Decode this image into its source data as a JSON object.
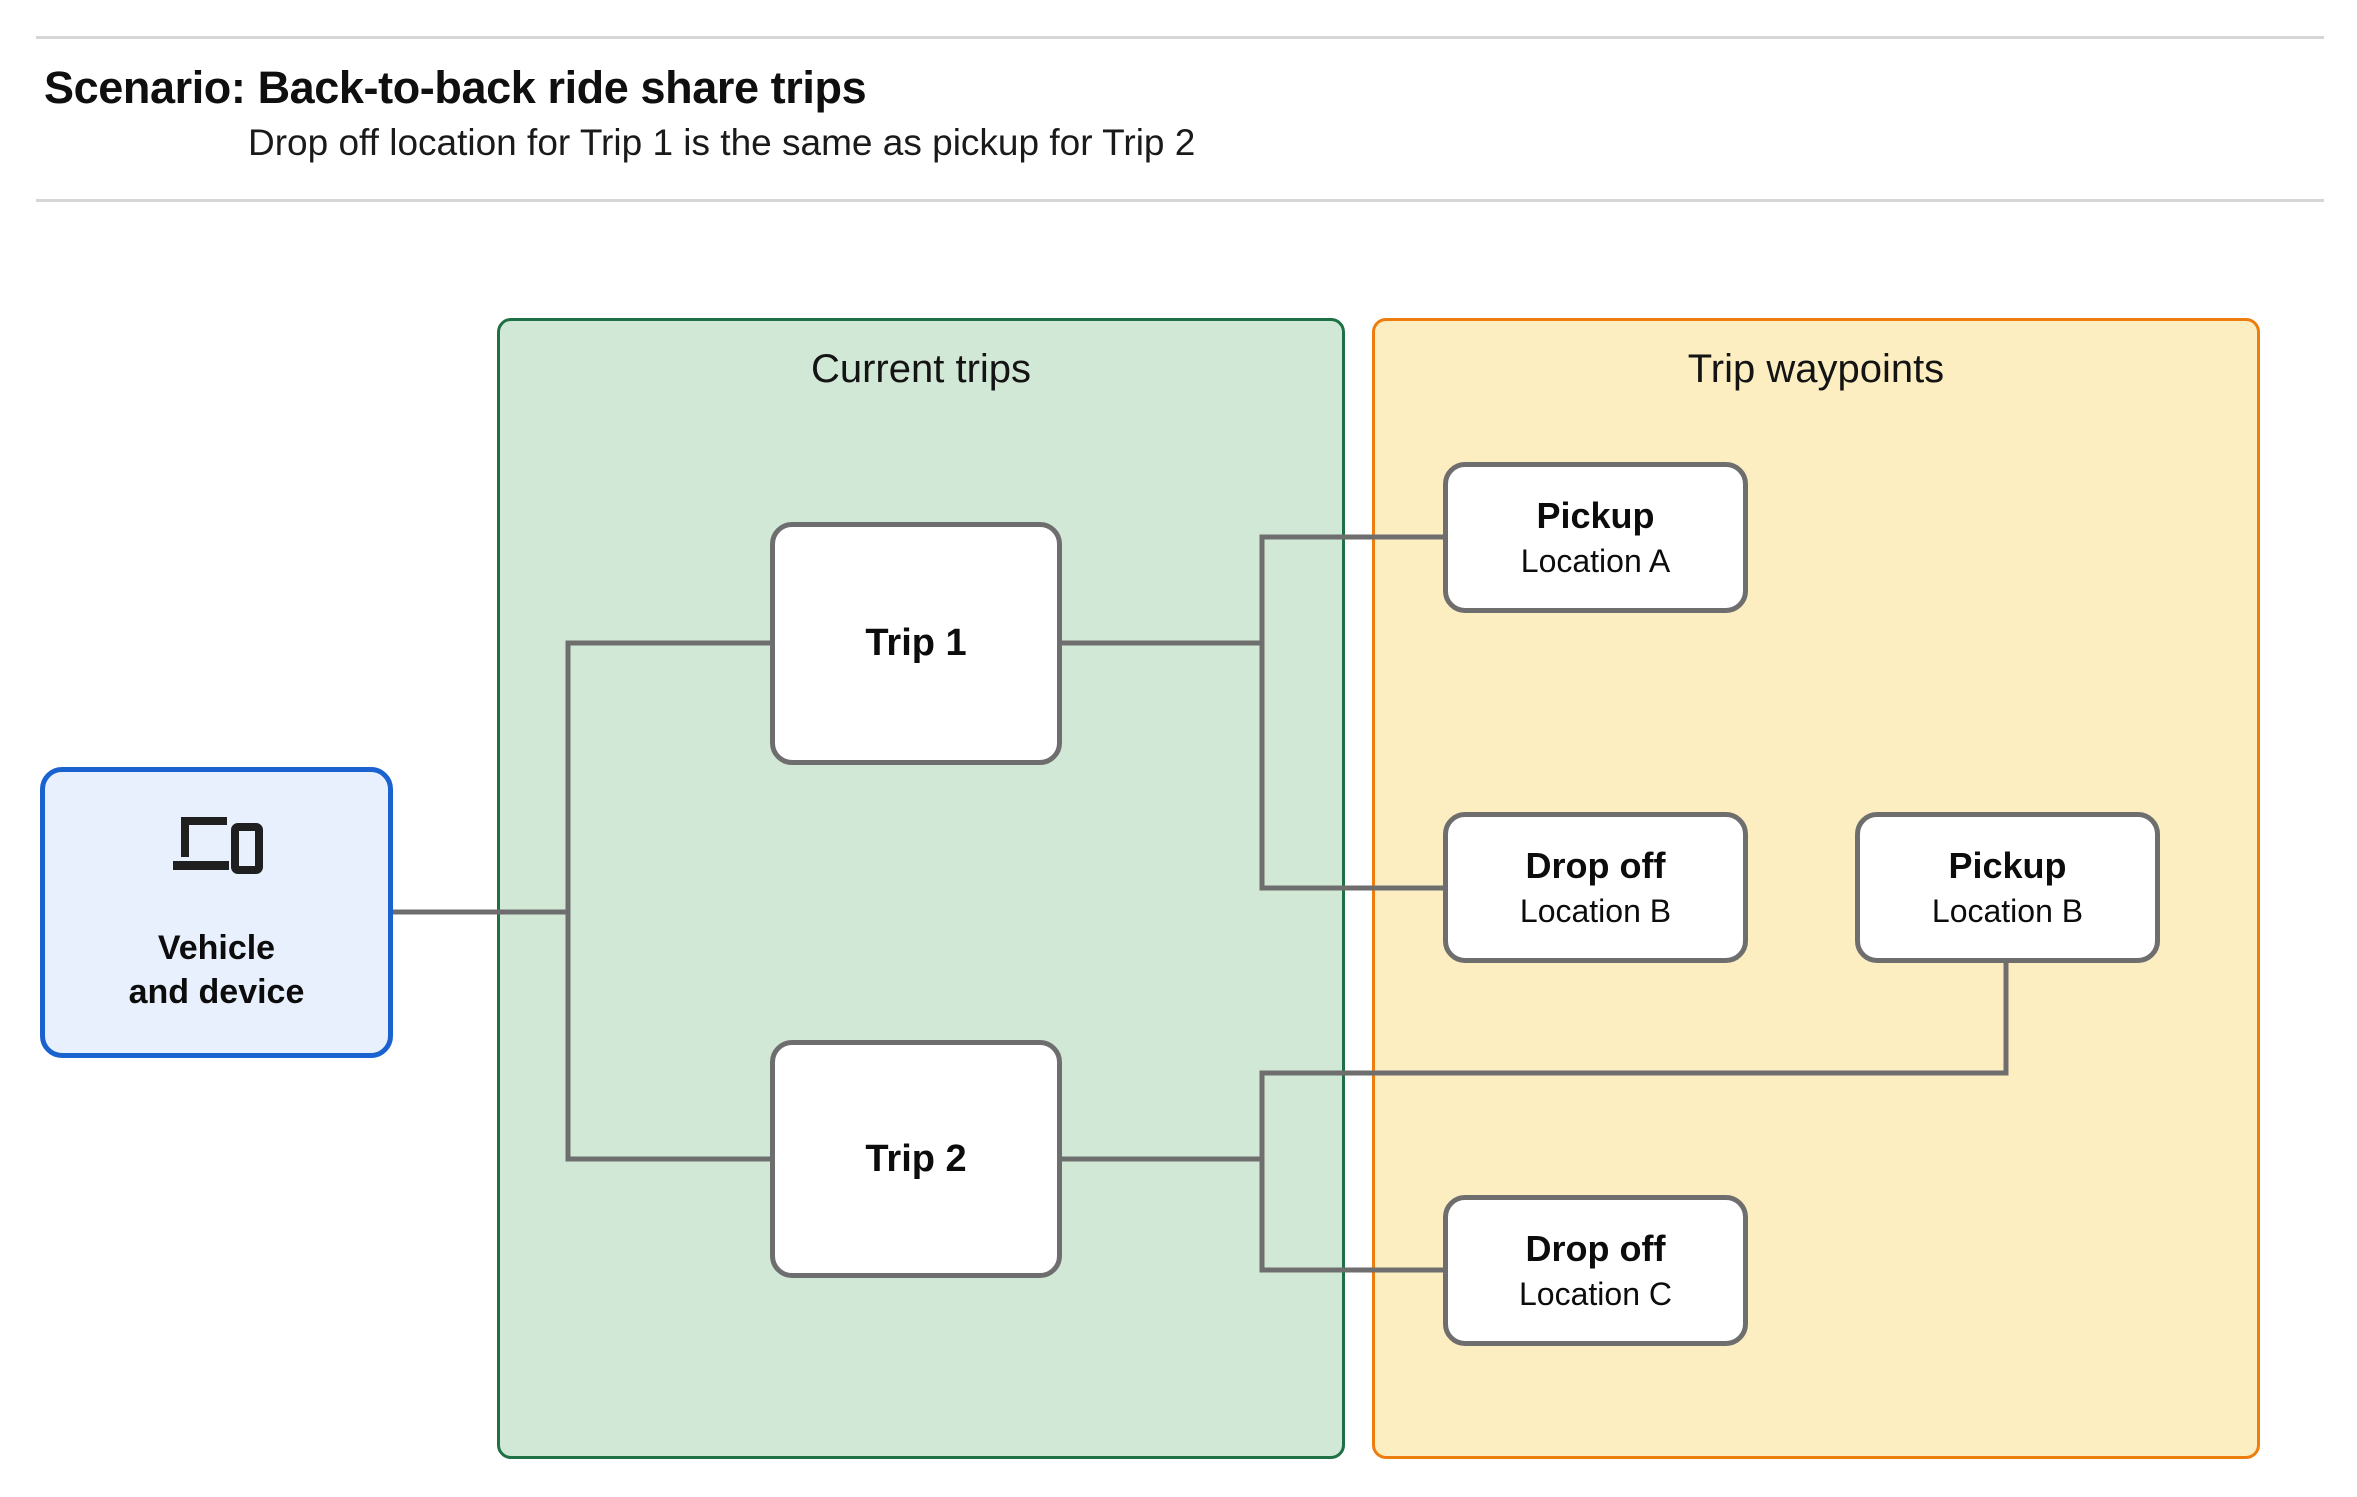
{
  "header": {
    "title": "Scenario: Back-to-back ride share trips",
    "subtitle": "Drop off  location for Trip 1 is the same as pickup for Trip 2"
  },
  "colors": {
    "current_trips_fill": "#d2e8d6",
    "current_trips_border": "#1e7145",
    "trip_waypoints_fill": "#fceec1",
    "trip_waypoints_border": "#ed7d0e",
    "vehicle_fill": "#e8f0fe",
    "vehicle_border": "#1a62d0",
    "node_border": "#6e6e6e",
    "connector": "#6e6e6e",
    "rule": "#d6d6d6"
  },
  "vehicle": {
    "icon": "devices-icon",
    "label_line_1": "Vehicle",
    "label_line_2": "and device"
  },
  "groups": {
    "current_trips": {
      "title": "Current trips",
      "trips": [
        {
          "id": "trip-1",
          "label": "Trip 1"
        },
        {
          "id": "trip-2",
          "label": "Trip 2"
        }
      ]
    },
    "trip_waypoints": {
      "title": "Trip waypoints",
      "waypoints": [
        {
          "id": "pickup-a",
          "type": "Pickup",
          "location": "Location A"
        },
        {
          "id": "dropoff-b",
          "type": "Drop off",
          "location": "Location B"
        },
        {
          "id": "pickup-b",
          "type": "Pickup",
          "location": "Location B"
        },
        {
          "id": "dropoff-c",
          "type": "Drop off",
          "location": "Location C"
        }
      ]
    }
  },
  "connections": [
    {
      "from": "vehicle",
      "to": "trip-1"
    },
    {
      "from": "vehicle",
      "to": "trip-2"
    },
    {
      "from": "trip-1",
      "to": "pickup-a"
    },
    {
      "from": "trip-1",
      "to": "dropoff-b"
    },
    {
      "from": "trip-2",
      "to": "pickup-b"
    },
    {
      "from": "trip-2",
      "to": "dropoff-c"
    }
  ]
}
